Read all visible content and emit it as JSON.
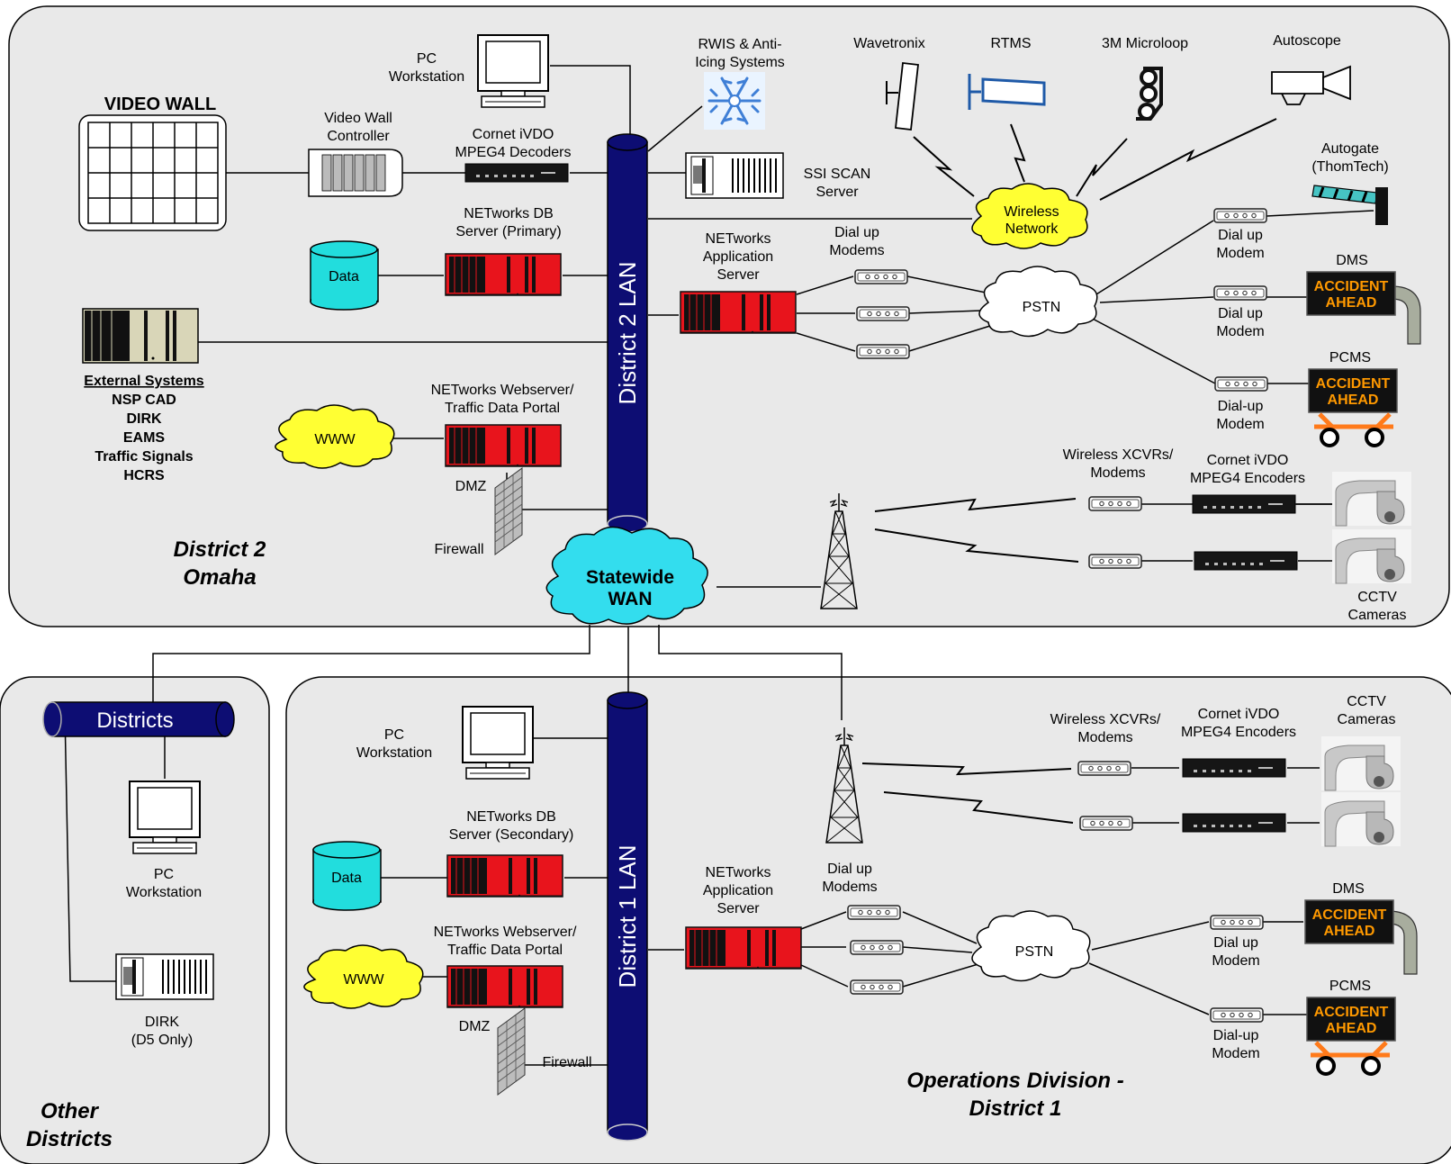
{
  "regions": {
    "d2": "District 2\nOmaha",
    "d1": "Operations Division -\nDistrict 1",
    "other": "Other\nDistricts"
  },
  "lans": {
    "d2": "District 2 LAN",
    "d1": "District 1 LAN",
    "districts": "Districts"
  },
  "clouds": {
    "wan": "Statewide\nWAN",
    "wireless": "Wireless\nNetwork",
    "pstn": "PSTN",
    "www": "WWW"
  },
  "labels": {
    "video_wall": "VIDEO WALL",
    "video_wall_controller": "Video Wall\nController",
    "pc_workstation": "PC\nWorkstation",
    "decoders": "Cornet iVDO\nMPEG4 Decoders",
    "rwis": "RWIS & Anti-\nIcing Systems",
    "ssi_scan": "SSI SCAN\nServer",
    "wavetronix": "Wavetronix",
    "rtms": "RTMS",
    "microloop": "3M Microloop",
    "autoscope": "Autoscope",
    "autogate": "Autogate\n(ThomTech)",
    "db_primary": "NETworks DB\nServer (Primary)",
    "db_secondary": "NETworks DB\nServer (Secondary)",
    "data": "Data",
    "app_server": "NETworks\nApplication\nServer",
    "dial_up_modems": "Dial up\nModems",
    "dial_up_modem": "Dial up\nModem",
    "dial_up_modem_hyphen": "Dial-up\nModem",
    "dms": "DMS",
    "pcms": "PCMS",
    "sign_text": "ACCIDENT\nAHEAD",
    "external_title": "External Systems",
    "external_list": "NSP CAD\nDIRK\nEAMS\nTraffic Signals\nHCRS",
    "webserver": "NETworks Webserver/\nTraffic Data Portal",
    "dmz": "DMZ",
    "firewall": "Firewall",
    "wireless_xcvrs": "Wireless XCVRs/\nModems",
    "encoders": "Cornet iVDO\nMPEG4 Encoders",
    "cctv": "CCTV\nCameras",
    "dirk": "DIRK\n(D5 Only)"
  },
  "colors": {
    "region_fill": "#e9e9e9",
    "lan_fill": "#0d0d73",
    "cloud_cyan": "#33ddee",
    "cloud_yellow": "#ffff33",
    "server_red": "#e8141c",
    "data_cyan": "#22dddd",
    "sign_orange": "#ff9900",
    "rtms_blue": "#1f5aa8"
  }
}
